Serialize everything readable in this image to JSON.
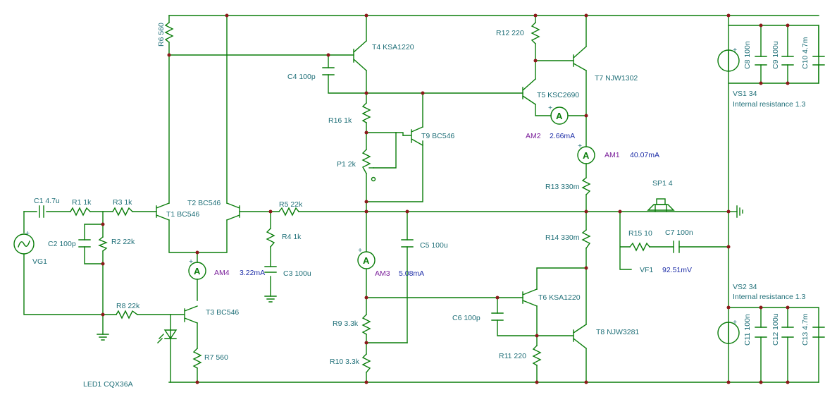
{
  "components": {
    "c1": "C1 4.7u",
    "r1": "R1 1k",
    "r3": "R3 1k",
    "c2": "C2 100p",
    "r2": "R2 22k",
    "vg1": "VG1",
    "r8": "R8 22k",
    "led1": "LED1 CQX36A",
    "t1": "T1 BC546",
    "t2": "T2 BC546",
    "r6": "R6 560",
    "t3": "T3 BC546",
    "r7": "R7 560",
    "r5": "R5 22k",
    "r4": "R4 1k",
    "c3": "C3 100u",
    "t4": "T4 KSA1220",
    "c4": "C4 100p",
    "r16": "R16 1k",
    "p1": "P1 2k",
    "t9": "T9 BC546",
    "c5": "C5 100u",
    "r9": "R9 3.3k",
    "r10": "R10 3.3k",
    "c6": "C6 100p",
    "t6": "T6 KSA1220",
    "r11": "R11 220",
    "t5": "T5 KSC2690",
    "r12": "R12 220",
    "t7": "T7 NJW1302",
    "t8": "T8 NJW3281",
    "r13": "R13 330m",
    "r14": "R14 330m",
    "sp1": "SP1 4",
    "r15": "R15 10",
    "c7": "C7 100n",
    "vf1": "VF1",
    "c8": "C8 100n",
    "c9": "C9 100u",
    "c10": "C10 4.7m",
    "c11": "C11 100n",
    "c12": "C12 100u",
    "c13": "C13 4.7m"
  },
  "supplies": {
    "vs1": "VS1 34",
    "vs1_note": "Internal resistance 1.3",
    "vs2": "VS2 34",
    "vs2_note": "Internal resistance 1.3"
  },
  "meters": {
    "am1_label": "AM1",
    "am1_value": "40.07mA",
    "am2_label": "AM2",
    "am2_value": "2.66mA",
    "am3_label": "AM3",
    "am3_value": "5.08mA",
    "am4_label": "AM4",
    "am4_value": "3.22mA",
    "vf1_value": "92.51mV",
    "ammeter_symbol": "A",
    "plus_sign": "+"
  },
  "colors": {
    "wire": "#0a7d0a",
    "node": "#8b1a1a",
    "label": "#1f6f78",
    "meter_label": "#7a1f9a",
    "meter_value": "#1f2fa8"
  }
}
